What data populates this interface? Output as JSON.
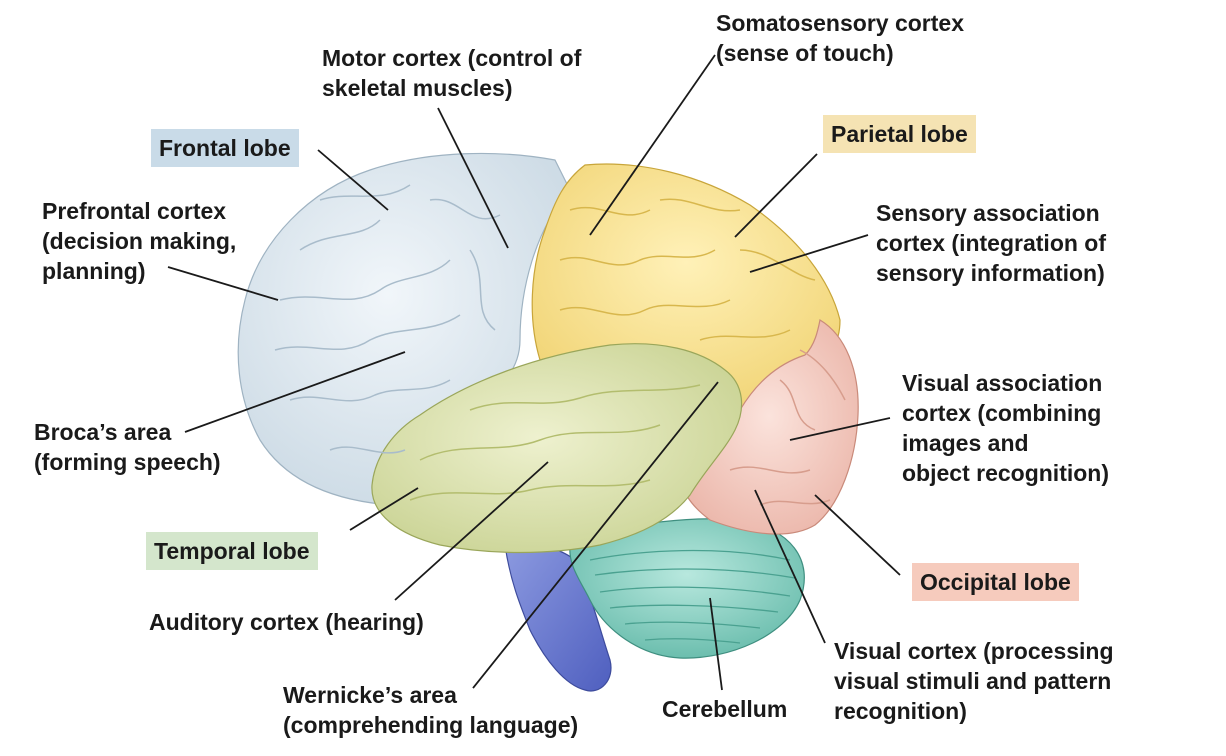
{
  "lobe_tags": {
    "frontal": "Frontal lobe",
    "parietal": "Parietal lobe",
    "temporal": "Temporal lobe",
    "occipital": "Occipital lobe"
  },
  "labels": {
    "somatosensory": [
      "Somatosensory cortex",
      "(sense of touch)"
    ],
    "motor": [
      "Motor cortex (control of",
      "skeletal muscles)"
    ],
    "prefrontal": [
      "Prefrontal cortex",
      "(decision making,",
      "planning)"
    ],
    "sensory_assoc": [
      "Sensory association",
      "cortex (integration of",
      "sensory information)"
    ],
    "visual_assoc": [
      "Visual association",
      "cortex (combining",
      "images and",
      "object recognition)"
    ],
    "broca": [
      "Broca’s area",
      "(forming speech)"
    ],
    "auditory": [
      "Auditory cortex (hearing)"
    ],
    "wernicke": [
      "Wernicke’s area",
      "(comprehending language)"
    ],
    "cerebellum": [
      "Cerebellum"
    ],
    "visual_cortex": [
      "Visual cortex (processing",
      "visual stimuli and pattern",
      "recognition)"
    ]
  },
  "colors": {
    "frontal": "#dde9f1",
    "parietal": "#f9e39a",
    "temporal": "#dfe6b8",
    "occipital": "#f4cfc6",
    "cerebellum": "#8fd3c6",
    "brainstem": "#6f7fd0"
  }
}
